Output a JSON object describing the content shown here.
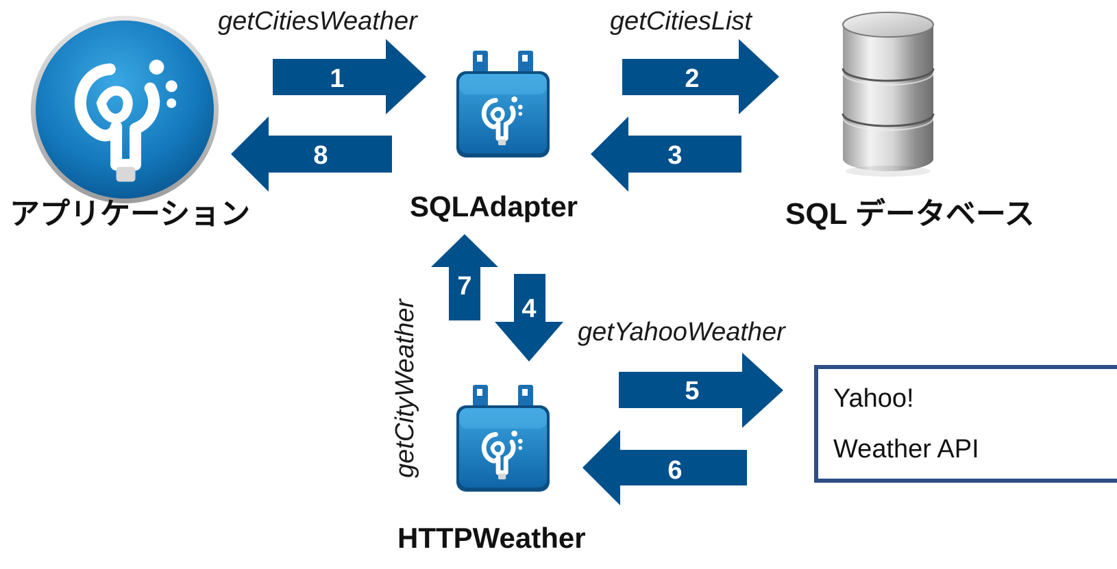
{
  "nodes": {
    "application": {
      "label": "アプリケーション"
    },
    "sql_adapter": {
      "label": "SQLAdapter"
    },
    "sql_database": {
      "label": "SQL データベース"
    },
    "http_weather": {
      "label": "HTTPWeather"
    },
    "yahoo_api": {
      "line1": "Yahoo!",
      "line2": "Weather API"
    }
  },
  "methods": {
    "get_cities_weather": "getCitiesWeather",
    "get_cities_list": "getCitiesList",
    "get_city_weather": "getCityWeather",
    "get_yahoo_weather": "getYahooWeather"
  },
  "steps": [
    "1",
    "2",
    "3",
    "4",
    "5",
    "6",
    "7",
    "8"
  ],
  "colors": {
    "arrow": "#00508b",
    "icon_blue": "#1d7bc0",
    "box_border": "#2e4f86"
  },
  "icons": {
    "application": "worklight-logo-icon",
    "adapter": "adapter-plug-icon",
    "database": "database-cylinder-icon"
  }
}
